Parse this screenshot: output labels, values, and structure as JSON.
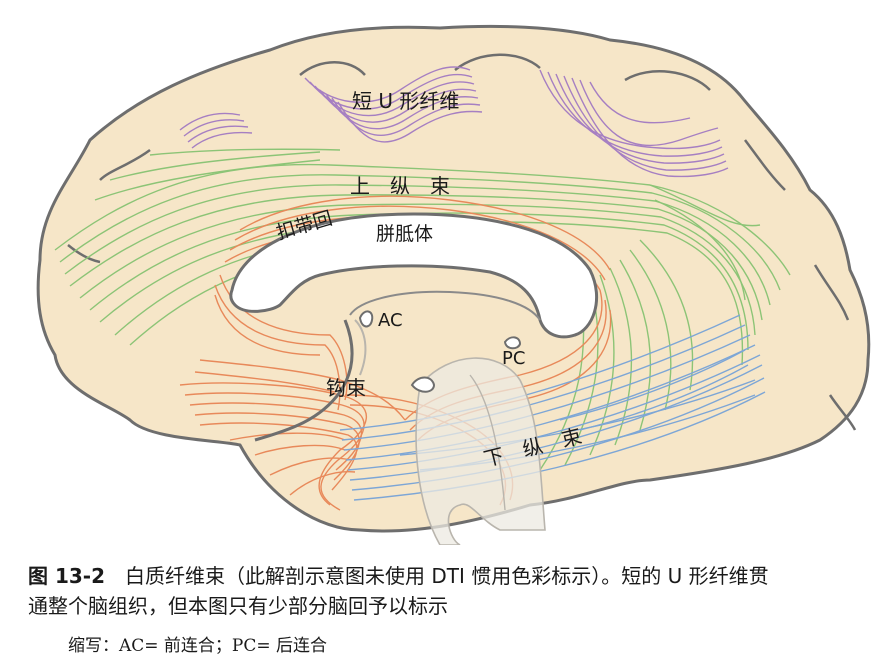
{
  "labels": {
    "short_u": "短 U 形纤维",
    "superior_longitudinal": "上　纵　束",
    "cingulum": "扣带回",
    "corpus_callosum": "胼胝体",
    "ac": "AC",
    "pc": "PC",
    "uncinate": "钩束",
    "inferior_longitudinal": "下　纵　束"
  },
  "caption": {
    "figure_number": "图 13-2",
    "line1": "白质纤维束（此解剖示意图未使用 DTI 惯用色彩标示）。短的 U 形纤维贯",
    "line2": "通整个脑组织，但本图只有少部分脑回予以标示",
    "abbreviations": "缩写：AC= 前连合；PC= 后连合"
  },
  "colors": {
    "brain_fill": "#f6e6c8",
    "outline": "#6e6e6e",
    "short_u": "#a67fc2",
    "superior_longitudinal": "#8cc476",
    "cingulum": "#e8895a",
    "uncinate": "#e8895a",
    "inferior_longitudinal": "#7da6d6",
    "brainstem": "#ece9e1"
  }
}
